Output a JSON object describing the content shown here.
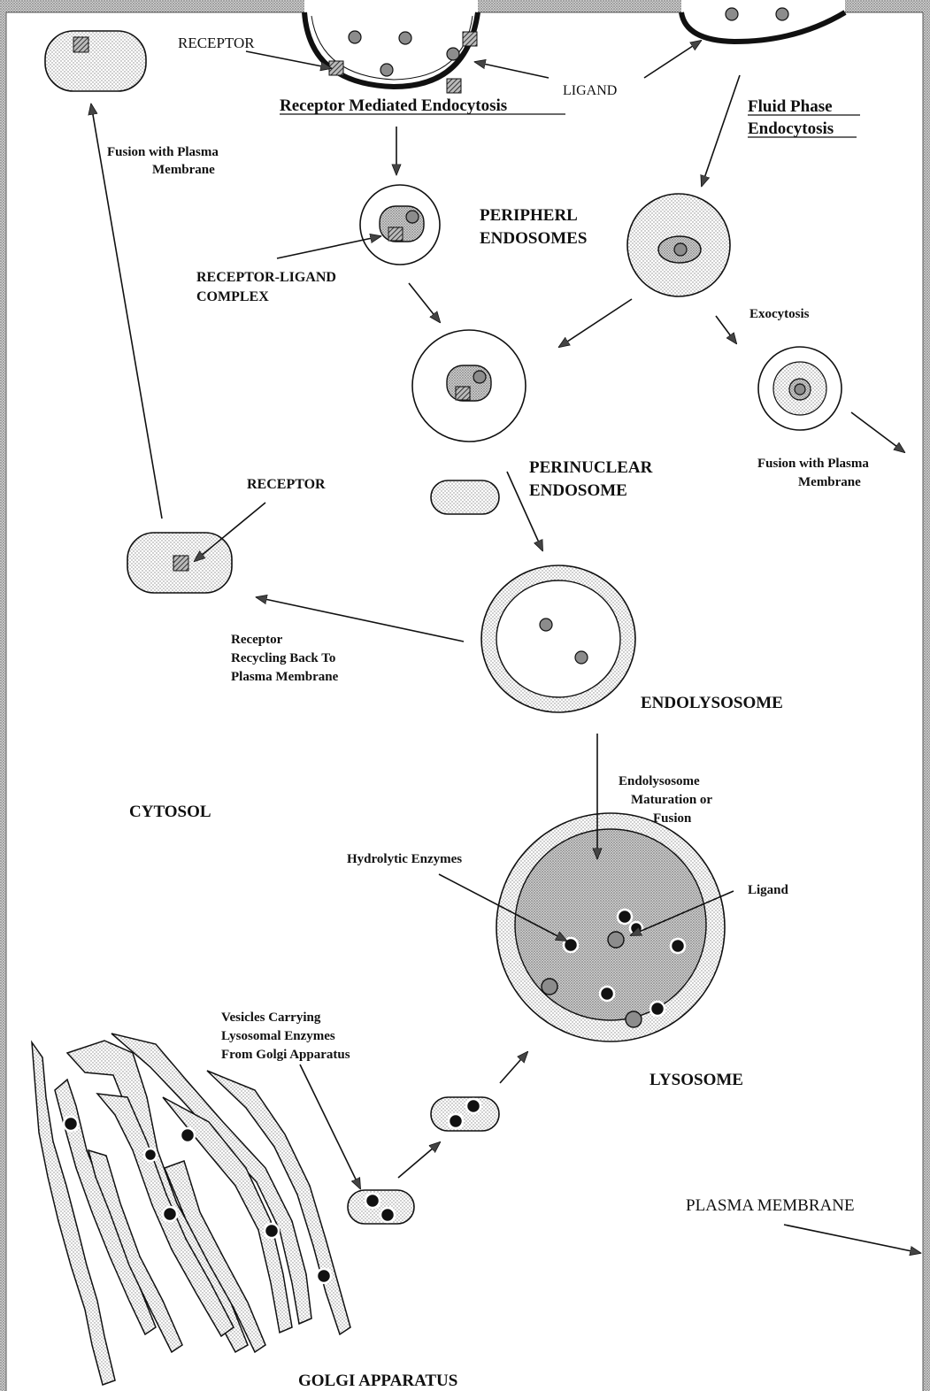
{
  "labels": {
    "receptor_top": "RECEPTOR",
    "ligand_top": "LIGAND",
    "rme": "Receptor Mediated Endocytosis",
    "fpe_1": "Fluid Phase",
    "fpe_2": "Endocytosis",
    "fusion_left_1": "Fusion with Plasma",
    "fusion_left_2": "Membrane",
    "peripheral_1": "PERIPHERL",
    "peripheral_2": "ENDOSOMES",
    "rlc_1": "RECEPTOR-LIGAND",
    "rlc_2": "COMPLEX",
    "exocytosis": "Exocytosis",
    "perinuclear_1": "PERINUCLEAR",
    "perinuclear_2": "ENDOSOME",
    "fusion_right_1": "Fusion with Plasma",
    "fusion_right_2": "Membrane",
    "receptor_mid": "RECEPTOR",
    "recycling_1": "Receptor",
    "recycling_2": "Recycling Back To",
    "recycling_3": "Plasma Membrane",
    "endolysosome": "ENDOLYSOSOME",
    "maturation_1": "Endolysosome",
    "maturation_2": "Maturation or",
    "maturation_3": "Fusion",
    "cytosol": "CYTOSOL",
    "hydrolytic": "Hydrolytic Enzymes",
    "ligand_low": "Ligand",
    "vesicles_1": "Vesicles Carrying",
    "vesicles_2": "Lysosomal Enzymes",
    "vesicles_3": "From Golgi Apparatus",
    "lysosome": "LYSOSOME",
    "plasma_membrane": "PLASMA MEMBRANE",
    "golgi": "GOLGI APPARATUS"
  }
}
